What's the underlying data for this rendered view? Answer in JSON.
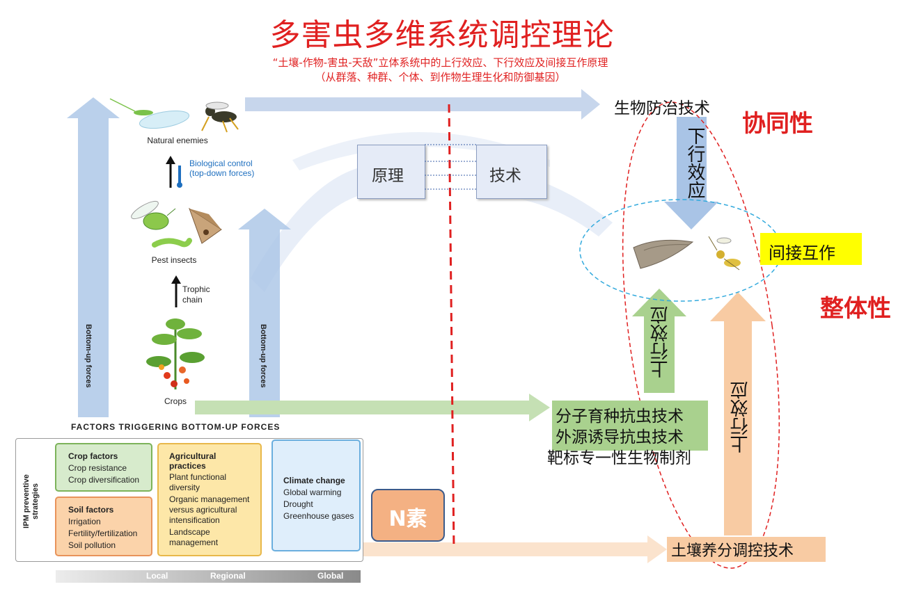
{
  "title": "多害虫多维系统调控理论",
  "subtitle_line1": "“土壤-作物-害虫-天敌”立体系统中的上行效应、下行效应及间接互作原理",
  "subtitle_line2": "（从群落、种群、个体、到作物生理生化和防御基因）",
  "left_panel": {
    "natural_enemies": "Natural enemies",
    "biological_control_line1": "Biological control",
    "biological_control_line2": "(top-down forces)",
    "pest_insects": "Pest insects",
    "trophic_line1": "Trophic",
    "trophic_line2": "chain",
    "crops": "Crops",
    "bottom_up_forces": "Bottom-up forces",
    "factors_heading": "FACTORS TRIGGERING BOTTOM-UP FORCES",
    "ipm_line1": "IPM preventive",
    "ipm_line2": "strategies",
    "crop_factors": {
      "title": "Crop factors",
      "items": [
        "Crop resistance",
        "Crop diversification"
      ]
    },
    "soil_factors": {
      "title": "Soil factors",
      "items": [
        "Irrigation",
        "Fertility/fertilization",
        "Soil pollution"
      ]
    },
    "agri_practices": {
      "title_line1": "Agricultural",
      "title_line2": "practices",
      "items": [
        "Plant functional",
        "diversity",
        "Organic management",
        "versus agricultural",
        "intensification",
        "Landscape",
        "management"
      ]
    },
    "climate_change": {
      "title": "Climate change",
      "items": [
        "Global warming",
        "Drought",
        "Greenhouse gases"
      ]
    },
    "scale_labels": [
      "Local",
      "Regional",
      "Global"
    ]
  },
  "center": {
    "principle": "原理",
    "technique": "技术",
    "n_element": "N素"
  },
  "right_panel": {
    "bio_control_tech": "生物防治技术",
    "top_down_effect": "下行效应",
    "synergy": "协同性",
    "indirect_interaction": "间接互作",
    "integrity": "整体性",
    "bottom_up_effect_green": "上行效应",
    "bottom_up_effect_orange": "上行效应",
    "tech_list": [
      "分子育种抗虫技术",
      "外源诱导抗虫技术",
      "靶标专一性生物制剂"
    ],
    "soil_nutrient_tech": "土壤养分调控技术"
  },
  "colors": {
    "title_red": "#e02020",
    "blue_arrow": "#a9c4e6",
    "green_box": "#a9d18e",
    "orange_box": "#f8cba3",
    "yellow_highlight": "#ffff00",
    "red_dashed": "#e02020",
    "cyan_dashed": "#33aadd"
  }
}
